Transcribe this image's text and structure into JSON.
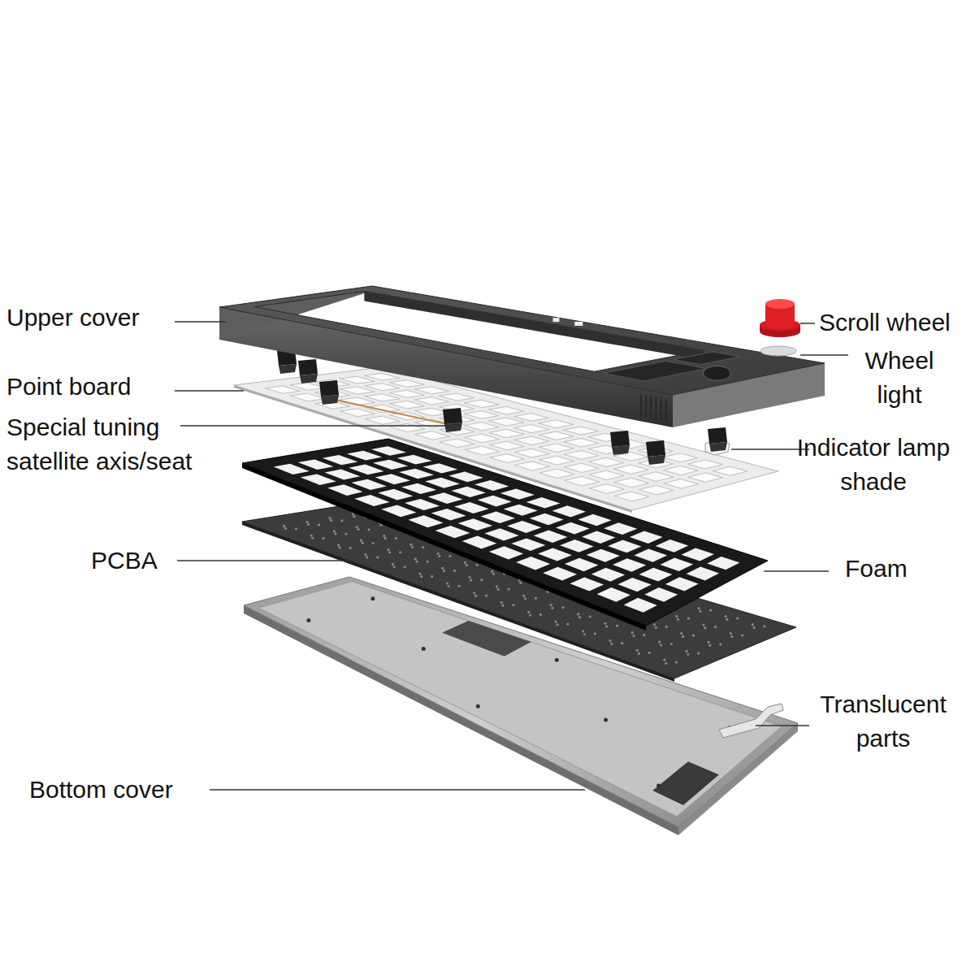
{
  "diagram": {
    "labels": [
      "Upper cover",
      "Point board",
      "Special tuning satellite axis/seat",
      "PCBA",
      "Bottom cover",
      "Scroll wheel",
      "Wheel light",
      "Indicator lamp shade",
      "Foam",
      "Translucent parts"
    ]
  }
}
